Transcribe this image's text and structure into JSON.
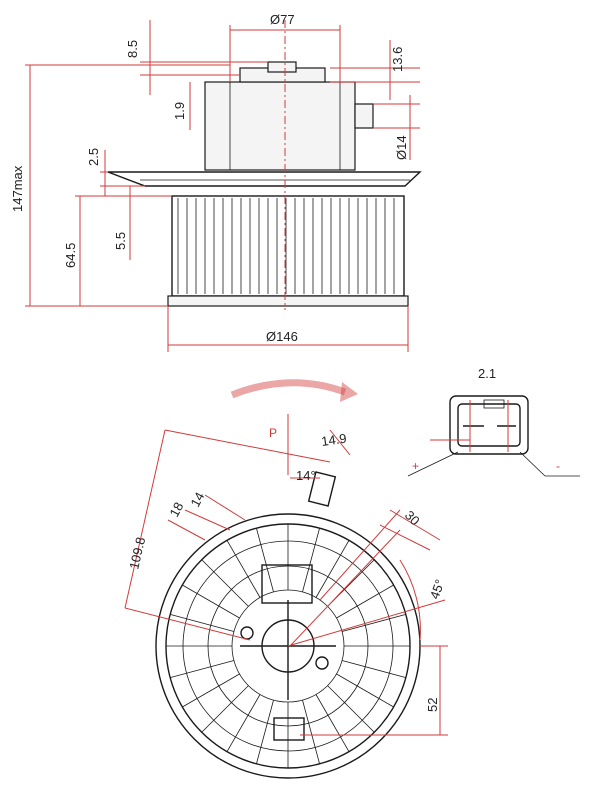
{
  "side_view": {
    "dims": {
      "top_diameter": "Ø77",
      "d_8_5": "8.5",
      "d_13_6": "13.6",
      "d_1_9": "1.9",
      "d_14": "Ø14",
      "d_2_5": "2.5",
      "d_147": "147max",
      "d_64_5": "64.5",
      "d_5_5": "5.5",
      "bottom_diameter": "Ø146"
    }
  },
  "front_view": {
    "dims": {
      "p_label": "P",
      "d_14_9": "14.9",
      "angle_14": "14°",
      "d_18": "18",
      "d_14": "14",
      "d_30": "30",
      "d_109_8": "109.8",
      "angle_45": "45°",
      "d_52": "52"
    }
  },
  "connector": {
    "dim": "2.1",
    "plus": "+",
    "minus": "-"
  },
  "colors": {
    "dimension_line": "#d23a3a",
    "outline": "#1a1a1a"
  }
}
